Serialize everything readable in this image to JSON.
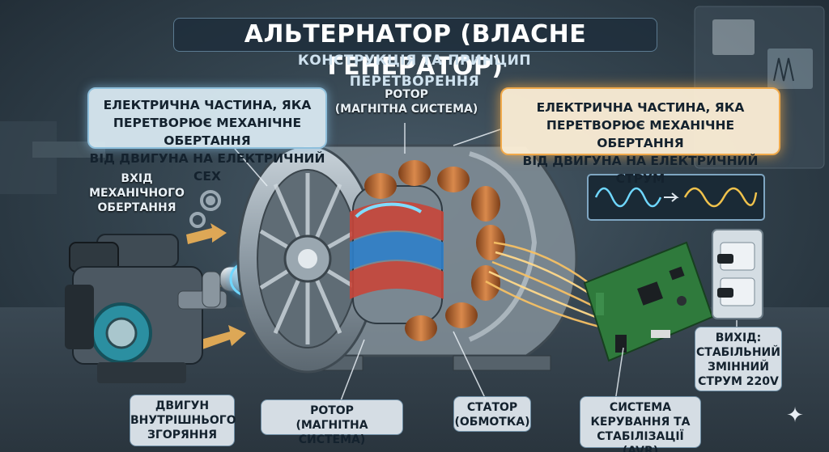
{
  "title": "АЛЬТЕРНАТОР (ВЛАСНЕ ГЕНЕРАТОР)",
  "subtitle": "КОНСТРУКЦІЯ ТА ПРИНЦИП ПЕРЕТВОРЕННЯ",
  "callouts": {
    "left_box": [
      "ЕЛЕКТРИЧНА ЧАСТИНА, ЯКА",
      "ПЕРЕТВОРЮЄ МЕХАНІЧНЕ ОБЕРТАННЯ",
      "ВІД ДВИГУНА НА ЕЛЕКТРИЧНИЙ СЕХ"
    ],
    "right_box": [
      "ЕЛЕКТРИЧНА ЧАСТИНА, ЯКА",
      "ПЕРЕТВОРЮЄ МЕХАНІЧНЕ ОБЕРТАННЯ",
      "ВІД ДВИГУНА НА ЕЛЕКТРИЧНИЙ СТРУМ"
    ],
    "rotor_top": [
      "РОТОР",
      "(МАГНІТНА СИСТЕМА)"
    ],
    "mechanical_input": [
      "ВХІД",
      "МЕХАНІЧНОГО",
      "ОБЕРТАННЯ"
    ],
    "engine": [
      "ДВИГУН",
      "ВНУТРІШНЬОГО",
      "ЗГОРЯННЯ"
    ],
    "rotor_bottom": [
      "РОТОР",
      "(МАГНІТНА СИСТЕМА)"
    ],
    "stator": [
      "СТАТОР",
      "(ОБМОТКА)"
    ],
    "avr": [
      "СИСТЕМА",
      "КЕРУВАННЯ ТА",
      "СТАБІЛІЗАЦІЇ (AVR)"
    ],
    "output": [
      "ВИХІД:",
      "СТАБІЛЬНИЙ",
      "ЗМІННИЙ",
      "СТРУМ 220V"
    ]
  },
  "colors": {
    "accent_blue": "#8fc0dc",
    "accent_orange": "#f0a94a",
    "copper": "#c1713a",
    "pcb_green": "#2f7a3c"
  },
  "icons": [
    "gear-icon",
    "arrow-icon",
    "sine-wave-icon",
    "socket-icon",
    "sparkle-icon"
  ]
}
